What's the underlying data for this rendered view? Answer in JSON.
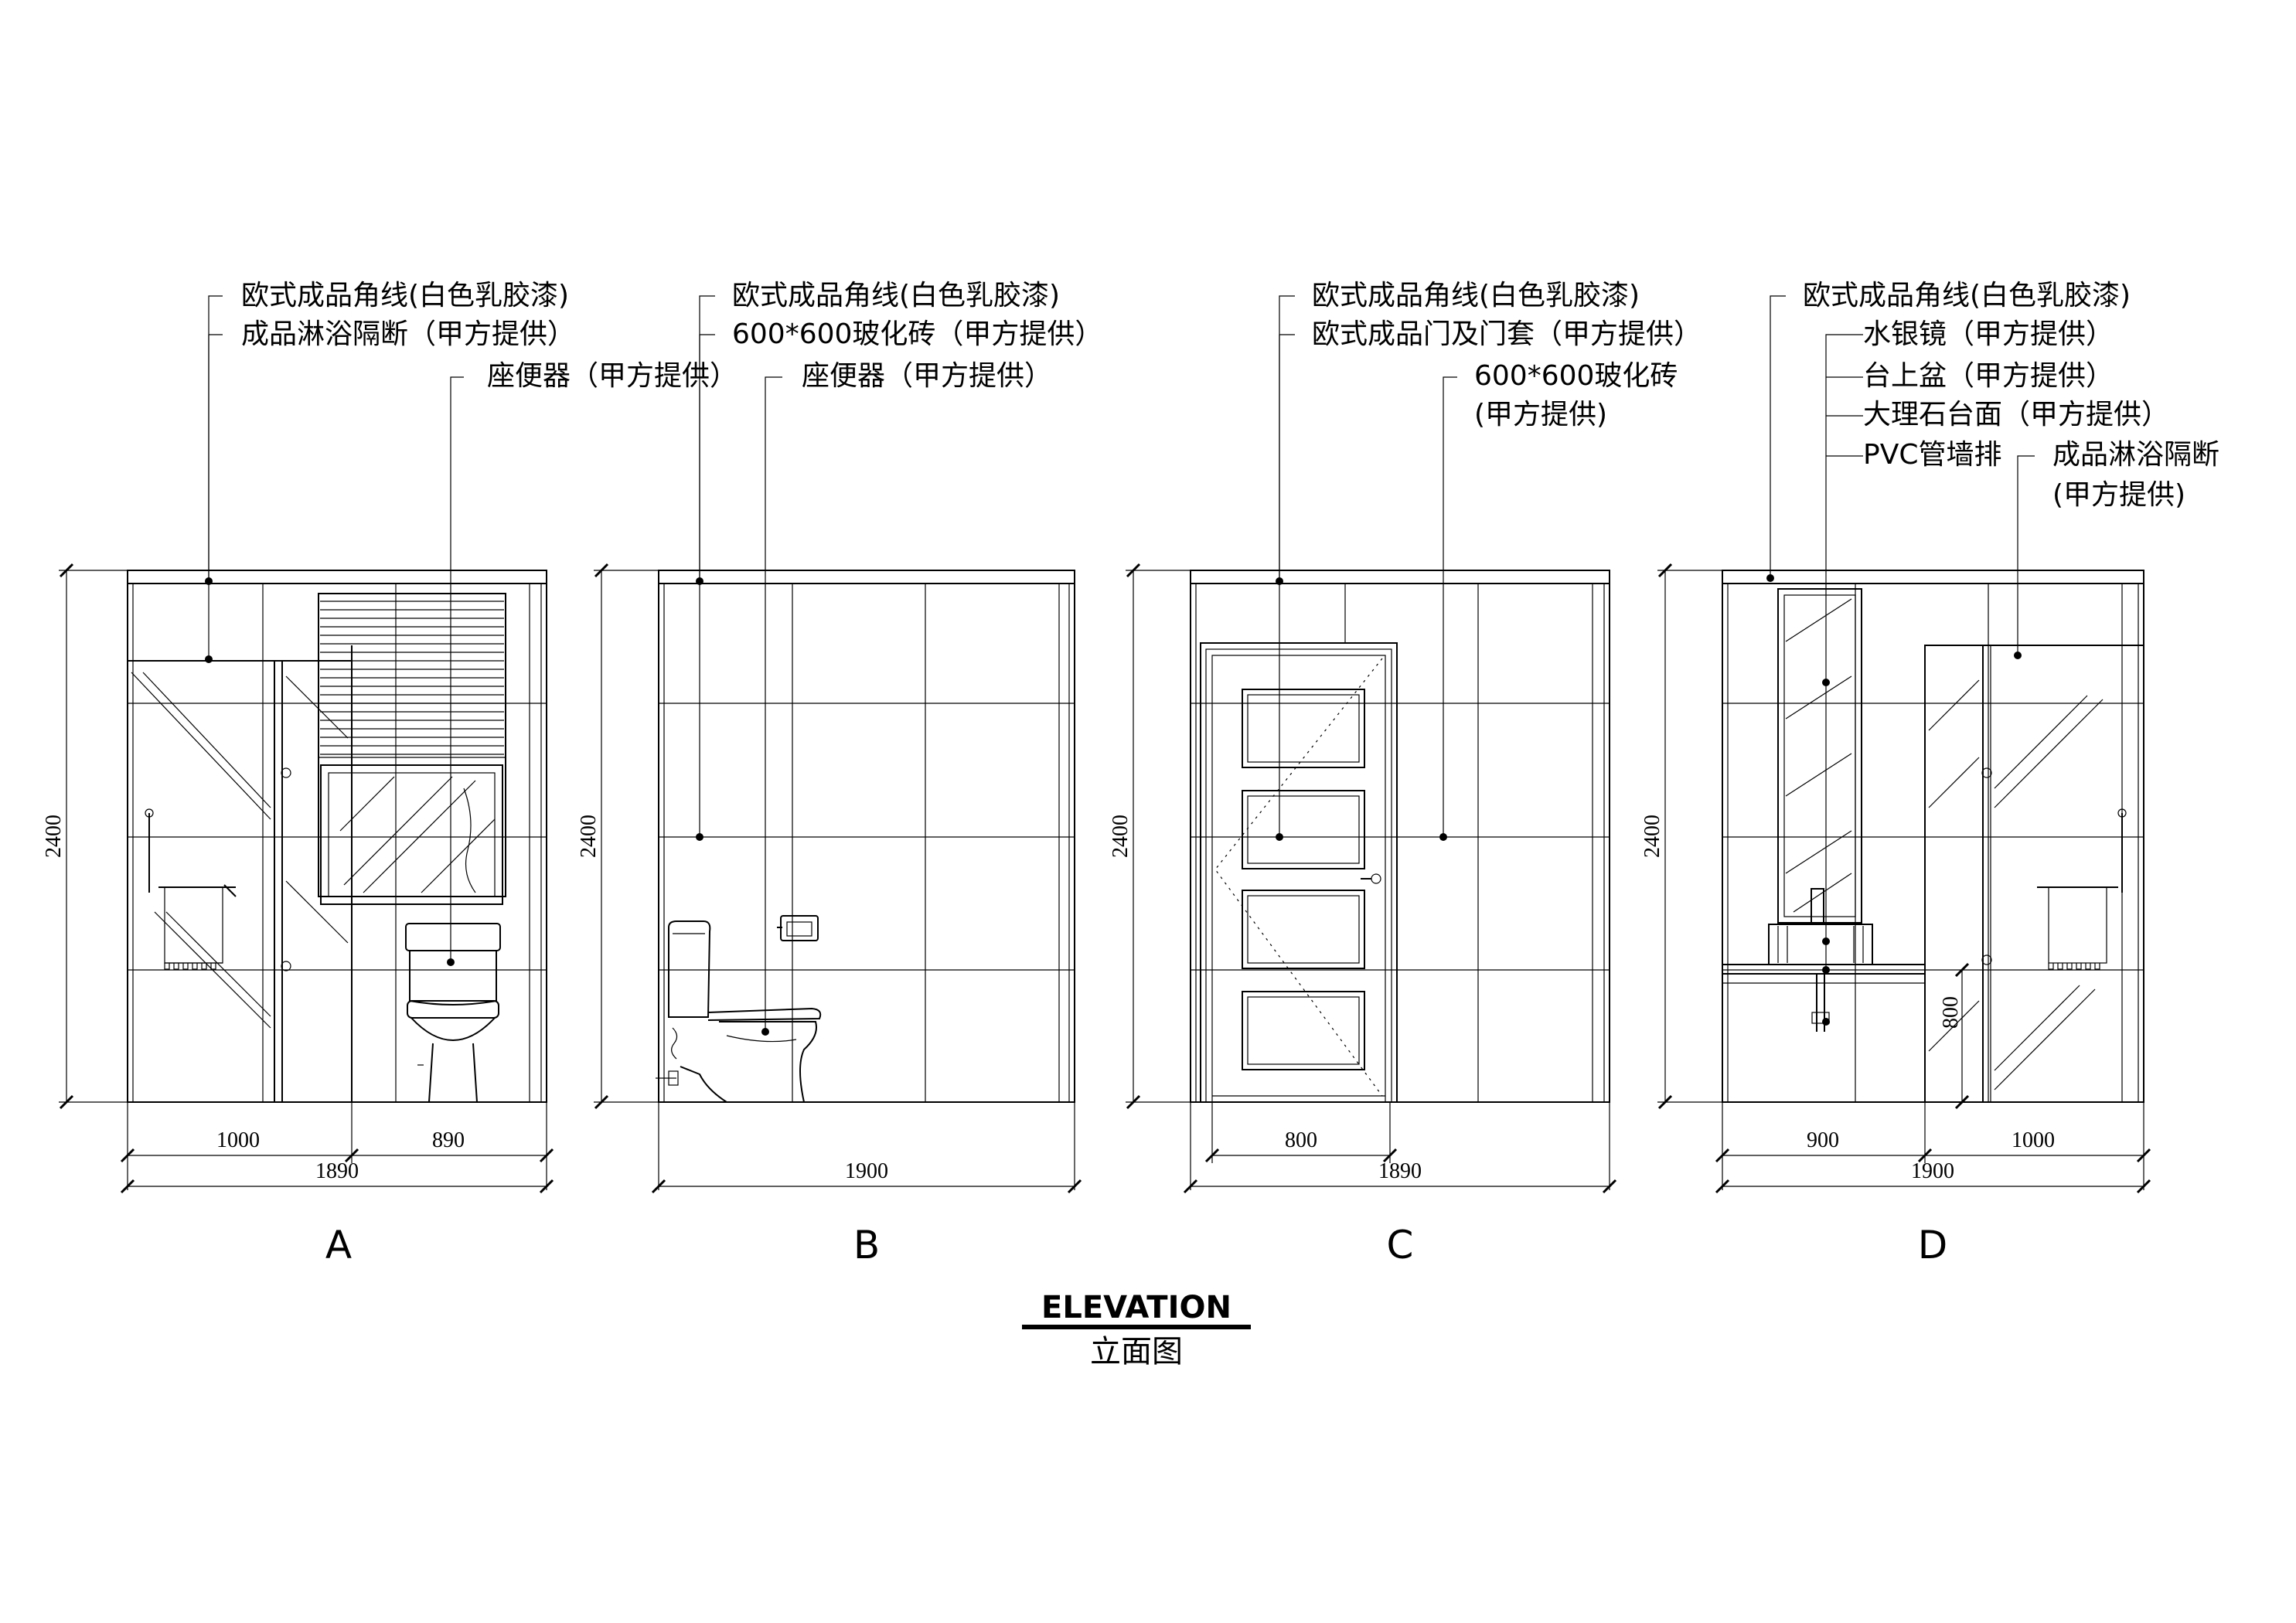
{
  "views": [
    {
      "id": "A",
      "label": "A",
      "notes": [
        "欧式成品角线(白色乳胶漆)",
        "成品淋浴隔断（甲方提供）",
        "座便器（甲方提供）"
      ],
      "dims": {
        "height": "2400",
        "part1": "1000",
        "part2": "890",
        "total": "1890"
      }
    },
    {
      "id": "B",
      "label": "B",
      "notes": [
        "欧式成品角线(白色乳胶漆)",
        "600*600玻化砖（甲方提供）",
        "座便器（甲方提供）"
      ],
      "dims": {
        "height": "2400",
        "total": "1900"
      }
    },
    {
      "id": "C",
      "label": "C",
      "notes": [
        "欧式成品角线(白色乳胶漆)",
        "欧式成品门及门套（甲方提供）",
        "600*600玻化砖",
        "(甲方提供)"
      ],
      "dims": {
        "height": "2400",
        "part1": "800",
        "total": "1890"
      }
    },
    {
      "id": "D",
      "label": "D",
      "notes": [
        "欧式成品角线(白色乳胶漆)",
        "水银镜（甲方提供）",
        "台上盆（甲方提供）",
        "大理石台面（甲方提供）",
        "PVC管墙排",
        "成品淋浴隔断",
        "(甲方提供)"
      ],
      "dims": {
        "height": "2400",
        "part1": "900",
        "part2": "1000",
        "total": "1900",
        "counter": "800"
      }
    }
  ],
  "title": {
    "en": "ELEVATION",
    "zh": "立面图"
  }
}
